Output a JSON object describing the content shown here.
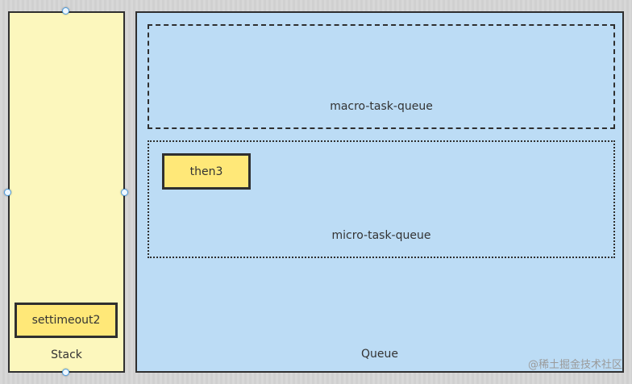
{
  "diagram": {
    "stack": {
      "label": "Stack",
      "items": [
        {
          "label": "settimeout2"
        }
      ]
    },
    "queue": {
      "label": "Queue",
      "macro_task_queue": {
        "label": "macro-task-queue"
      },
      "micro_task_queue": {
        "label": "micro-task-queue",
        "items": [
          {
            "label": "then3"
          }
        ]
      }
    }
  },
  "watermark": "@稀土掘金技术社区",
  "colors": {
    "canvas_bg": "#d5d5d5",
    "stack_fill": "#fcf7bd",
    "queue_fill": "#bcdcf5",
    "task_fill": "#ffe878",
    "border": "#2f2f2f",
    "handle_fill": "#eef7ff",
    "handle_stroke": "#4f9fe0",
    "watermark_color": "#9a9a9a",
    "text": "#333333"
  }
}
